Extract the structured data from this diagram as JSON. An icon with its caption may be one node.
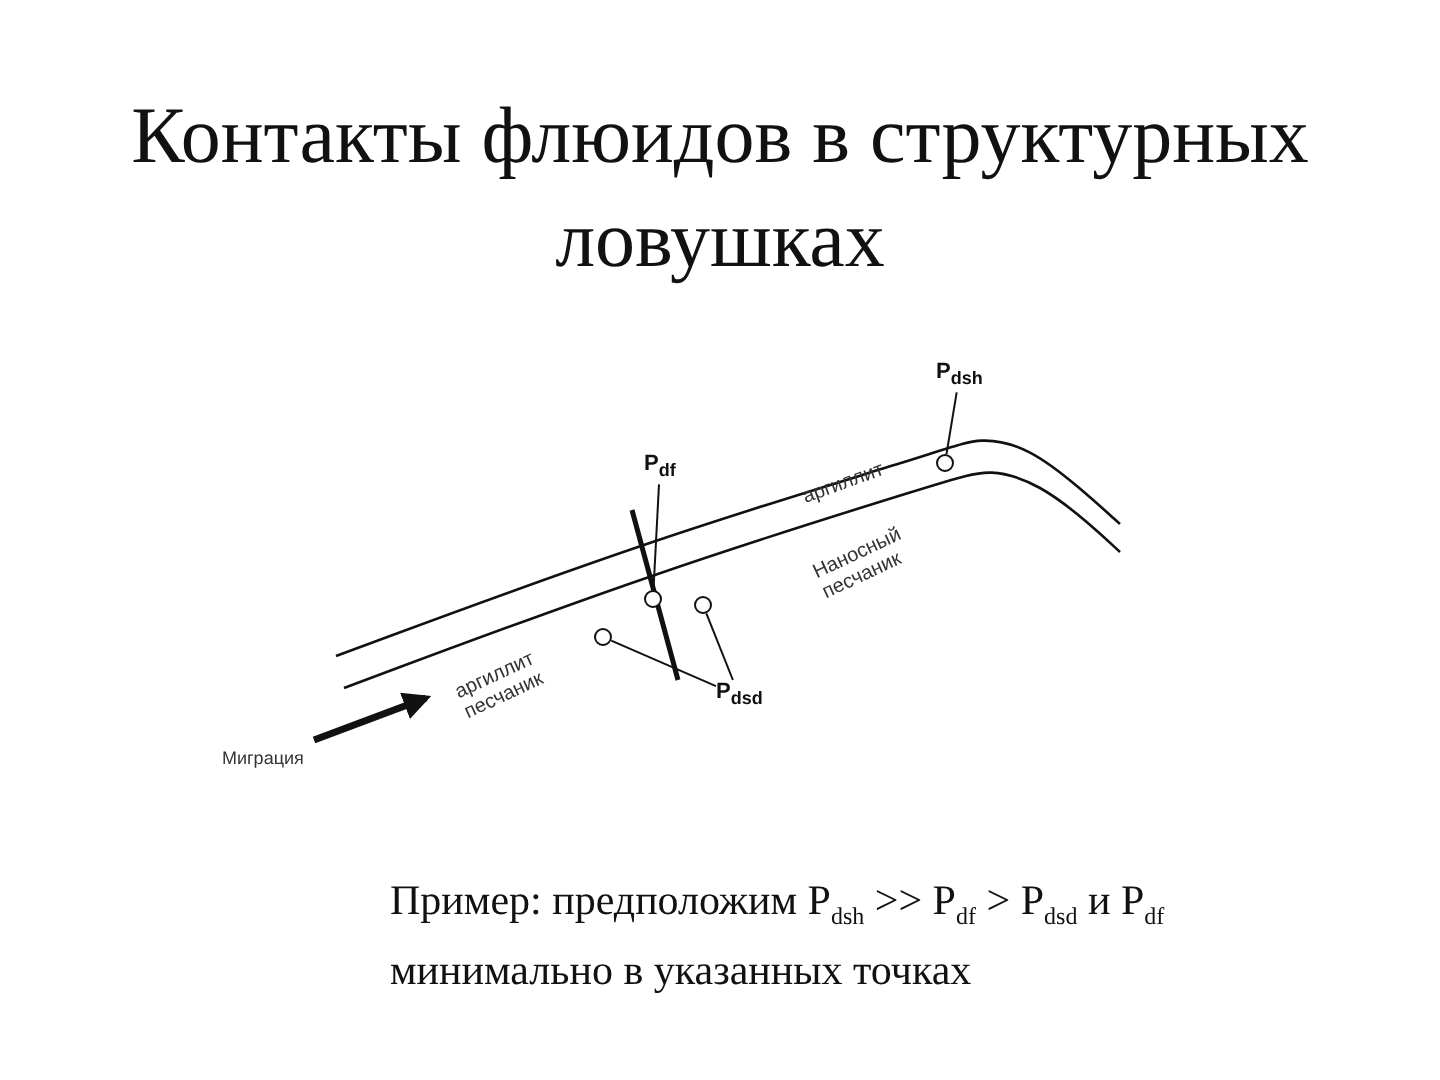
{
  "diagram": {
    "title": "Контакты флюидов в структурных ловушках",
    "nodes": [
      {
        "text": [
          "P$_{dsh}$"
        ]
      },
      {
        "text": [],
        "shape": "circle"
      },
      {
        "text": [
          "P$_{df}$"
        ]
      },
      {
        "text": [],
        "shape": "circle"
      },
      {
        "text": [],
        "shape": "circle"
      },
      {
        "text": [],
        "shape": "circle"
      },
      {
        "text": [
          "P$_{dsd}$"
        ]
      }
    ],
    "edges": [
      {
        "from": 0,
        "to": 1,
        "arrow": "none"
      },
      {
        "from": 2,
        "to": 3,
        "arrow": "none"
      },
      {
        "from": 6,
        "to": 4,
        "arrow": "none"
      },
      {
        "from": 6,
        "to": 5,
        "arrow": "none"
      }
    ],
    "labels": [
      "аргиллит",
      "Наносный песчаник",
      "аргиллит песчаник",
      "Миграция",
      "Пример:     предположим P$_{dsh}$ >> P$_{df}$ > P$_{dsd}$  и P$_{df}$ минимально в указанных точках"
    ]
  }
}
